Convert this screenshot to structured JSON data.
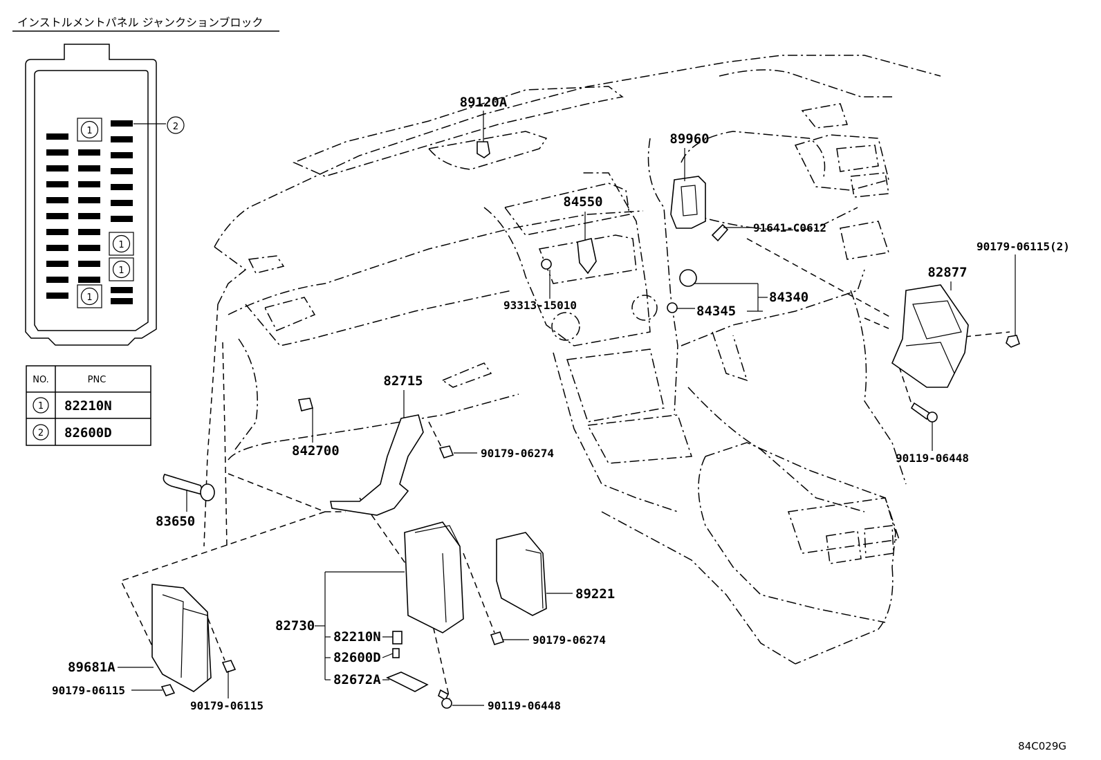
{
  "title": "インストルメントパネル ジャンクションブロック",
  "fuse_block_markers": {
    "one": "1",
    "two": "2"
  },
  "table": {
    "headers": [
      "NO.",
      "PNC"
    ],
    "rows": [
      {
        "no": "1",
        "pnc": "82210N"
      },
      {
        "no": "2",
        "pnc": "82600D"
      }
    ]
  },
  "part_labels": {
    "p89120A": "89120A",
    "p89960": "89960",
    "p84550": "84550",
    "p91641": "91641-C0612",
    "p90179_2": "90179-06115(2)",
    "p82877": "82877",
    "p84340": "84340",
    "p84345": "84345",
    "p93313": "93313-15010",
    "p82715": "82715",
    "p842700": "842700",
    "p90179_06274a": "90179-06274",
    "p90119_06448a": "90119-06448",
    "p83650": "83650",
    "p89221": "89221",
    "p82730": "82730",
    "p82210N": "82210N",
    "p82600D": "82600D",
    "p82672A": "82672A",
    "p90179_06274b": "90179-06274",
    "p89681A": "89681A",
    "p90179_06115a": "90179-06115",
    "p90179_06115b": "90179-06115",
    "p90119_06448b": "90119-06448"
  },
  "diagram_code": "84C029G"
}
